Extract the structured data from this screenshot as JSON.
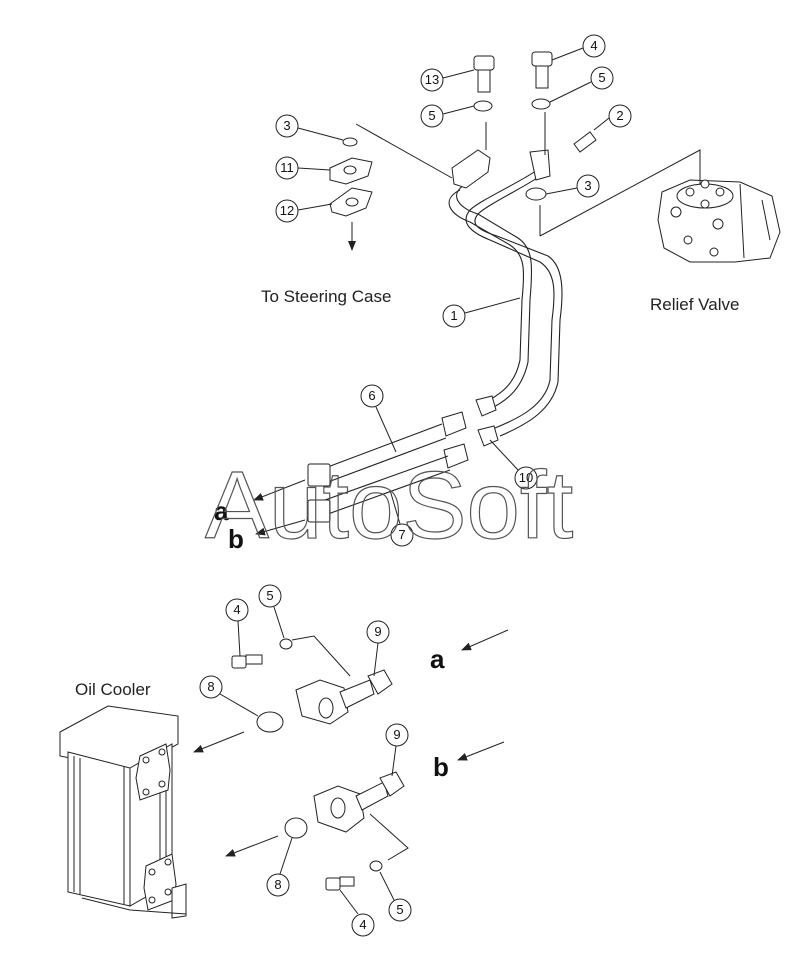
{
  "labels": {
    "steering_case": "To Steering Case",
    "relief_valve": "Relief Valve",
    "oil_cooler": "Oil Cooler"
  },
  "arrows": {
    "a": "a",
    "b": "b"
  },
  "watermark": "AutoSoft",
  "callouts": {
    "c13": "13",
    "c4_top": "4",
    "c5_topleft": "5",
    "c5_topright": "5",
    "c2": "2",
    "c3_left": "3",
    "c3_right": "3",
    "c11": "11",
    "c12": "12",
    "c1": "1",
    "c6": "6",
    "c7": "7",
    "c10": "10",
    "c4_mid": "4",
    "c5_mid": "5",
    "c9_upper": "9",
    "c8_upper": "8",
    "c9_lower": "9",
    "c8_lower": "8",
    "c4_bottom": "4",
    "c5_bottom": "5"
  }
}
